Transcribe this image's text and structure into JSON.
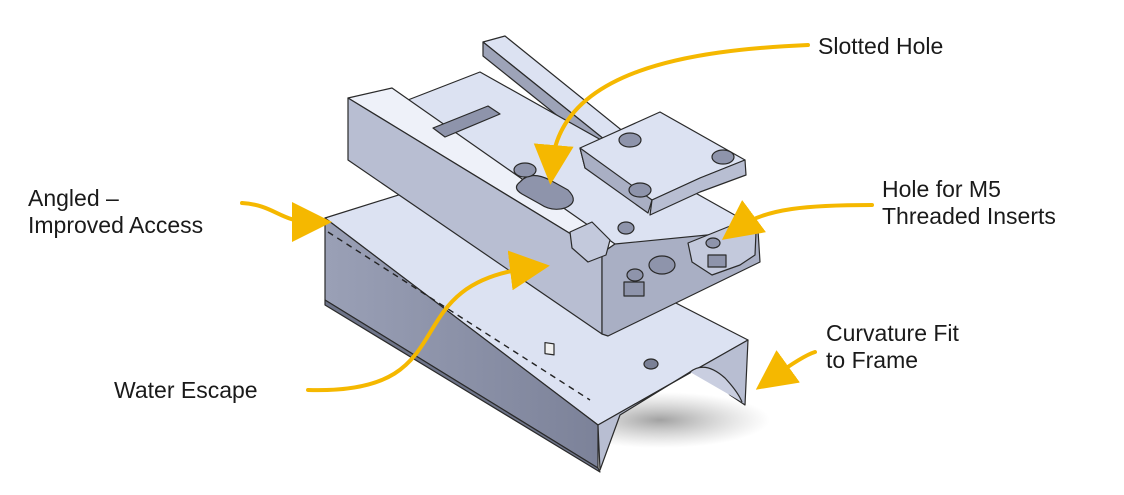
{
  "callouts": {
    "slotted_hole": {
      "lines": [
        "Slotted Hole"
      ]
    },
    "hole_m5": {
      "lines": [
        "Hole for M5",
        "Threaded Inserts"
      ]
    },
    "angled": {
      "lines": [
        "Angled –",
        "Improved Access"
      ]
    },
    "curvature": {
      "lines": [
        "Curvature Fit",
        "to Frame"
      ]
    },
    "water": {
      "lines": [
        "Water Escape"
      ]
    }
  },
  "colors": {
    "arrow": "#F5B800",
    "part_light": "#DCE2F2",
    "part_mid": "#B8BED2",
    "part_dark": "#8E94AB",
    "edge": "#2a2a2a"
  }
}
